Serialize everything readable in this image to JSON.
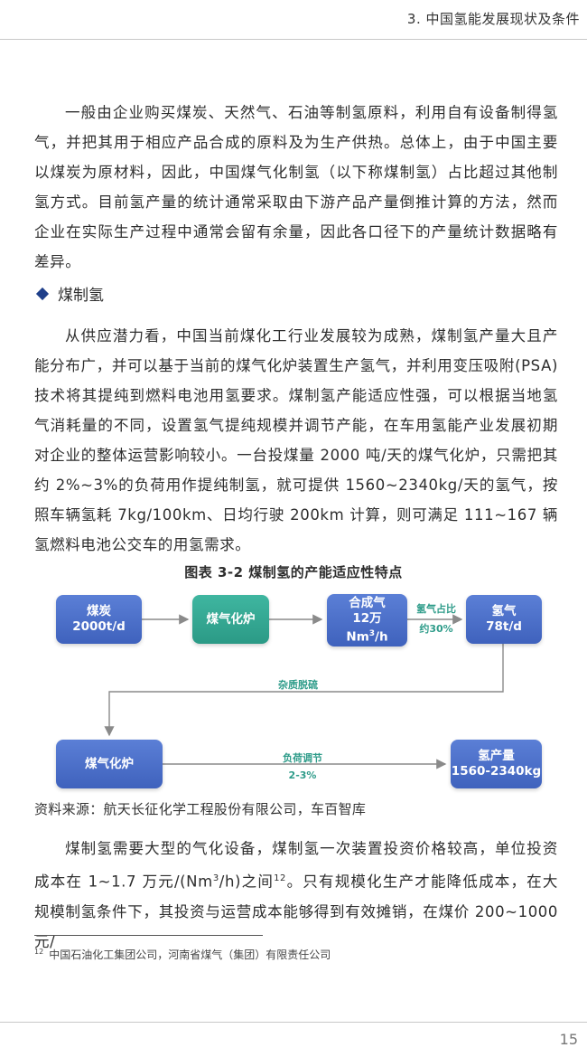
{
  "header": {
    "title": "3. 中国氢能发展现状及条件"
  },
  "paragraphs": [
    "一般由企业购买煤炭、天然气、石油等制氢原料，利用自有设备制得氢气，并把其用于相应产品合成的原料及为生产供热。总体上，由于中国主要以煤炭为原材料，因此，中国煤气化制氢（以下称煤制氢）占比超过其他制氢方式。目前氢产量的统计通常采取由下游产品产量倒推计算的方法，然而企业在实际生产过程中通常会留有余量，因此各口径下的产量统计数据略有差异。",
    "从供应潜力看，中国当前煤化工行业发展较为成熟，煤制氢产量大且产能分布广，并可以基于当前的煤气化炉装置生产氢气，并利用变压吸附(PSA)技术将其提纯到燃料电池用氢要求。煤制氢产能适应性强，可以根据当地氢气消耗量的不同，设置氢气提纯规模并调节产能，在车用氢能产业发展初期对企业的整体运营影响较小。一台投煤量 2000 吨/天的煤气化炉，只需把其约 2%~3%的负荷用作提纯制氢，就可提供 1560~2340kg/天的氢气，按照车辆氢耗 7kg/100km、日均行驶 200km 计算，则可满足 111~167 辆氢燃料电池公交车的用氢需求。"
  ],
  "p3": {
    "before": "煤制氢需要大型的气化设备，煤制氢一次装置投资价格较高，单位投资成本在 1~1.7 万元/(Nm",
    "sup1": "3",
    "middle": "/h)之间",
    "sup2": "12",
    "after": "。只有规模化生产才能降低成本，在大规模制氢条件下，其投资与运营成本能够得到有效摊销，在煤价 200~1000 元/"
  },
  "section": {
    "title": "煤制氢"
  },
  "figure": {
    "caption": "图表 3-2  煤制氢的产能适应性特点",
    "boxes": {
      "coal_line1": "煤炭",
      "coal_line2": "2000t/d",
      "gasifier_top": "煤气化炉",
      "syngas_line1": "合成气",
      "syngas_line2": "12万",
      "syngas_line3_pre": "Nm",
      "syngas_line3_sup": "3",
      "syngas_line3_post": "/h",
      "hydrogen_line1": "氢气",
      "hydrogen_line2": "78t/d",
      "gasifier_bottom": "煤气化炉",
      "output_line1": "氢产量",
      "output_line2": "1560-2340kg"
    },
    "edge_labels": {
      "h2_ratio": "氢气占比",
      "h2_ratio_value": "约30%",
      "desulfurization": "杂质脱硫",
      "load_adjust": "负荷调节",
      "load_adjust_value": "2-3%"
    },
    "colors": {
      "blue_box": "#4a6fcb",
      "green_box": "#35a892",
      "arrow": "#8a8a8a",
      "label": "#2f9c8a"
    }
  },
  "source": "资料来源：航天长征化学工程股份有限公司，车百智库",
  "footnote": {
    "number": "12",
    "text": "中国石油化工集团公司，河南省煤气（集团）有限责任公司"
  },
  "page_number": "15"
}
